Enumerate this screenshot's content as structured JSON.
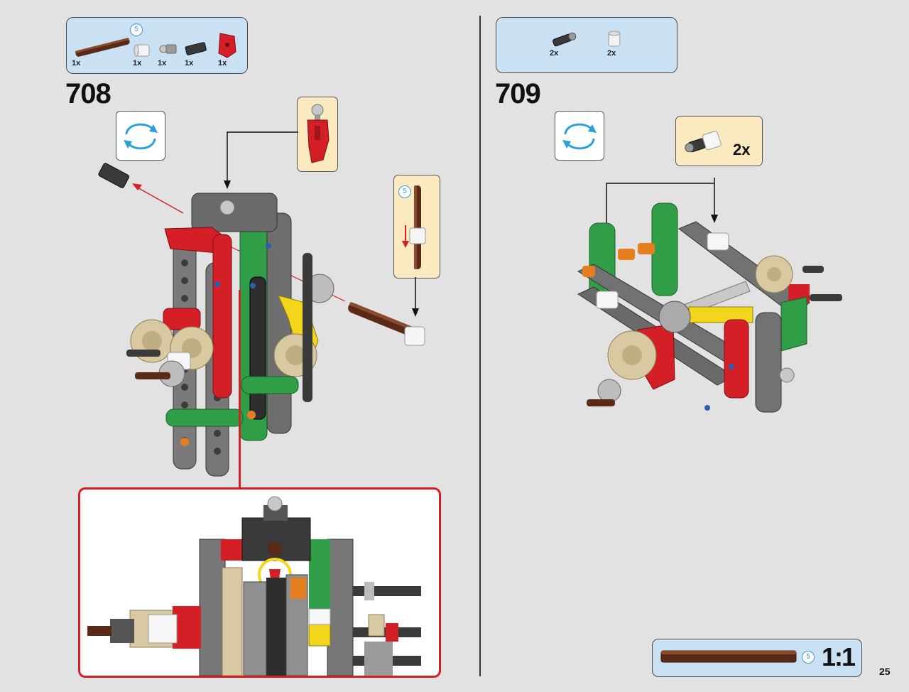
{
  "steps": [
    {
      "number": "708",
      "parts": [
        {
          "name": "axle-brown",
          "qty": "1x",
          "length_badge": "5"
        },
        {
          "name": "bush-white",
          "qty": "1x"
        },
        {
          "name": "ball-joint-gray",
          "qty": "1x"
        },
        {
          "name": "connector-black",
          "qty": "1x"
        },
        {
          "name": "steering-arm-red",
          "qty": "1x"
        }
      ],
      "axle_callout_badge": "5"
    },
    {
      "number": "709",
      "parts": [
        {
          "name": "pin-connector-black",
          "qty": "2x"
        },
        {
          "name": "bush-white",
          "qty": "2x"
        }
      ],
      "callout_qty": "2x"
    }
  ],
  "scale": {
    "label": "1:1",
    "badge": "5"
  },
  "page_number": "25",
  "colors": {
    "background": "#e2e2e2",
    "parts_box": "#c9e1f3",
    "callout": "#fbe9c0",
    "detail_border": "#d51f26",
    "arrow_red": "#d51f26",
    "badge_blue": "#3a9ad6"
  },
  "icons": {
    "rotate": "rotate-model-icon"
  }
}
